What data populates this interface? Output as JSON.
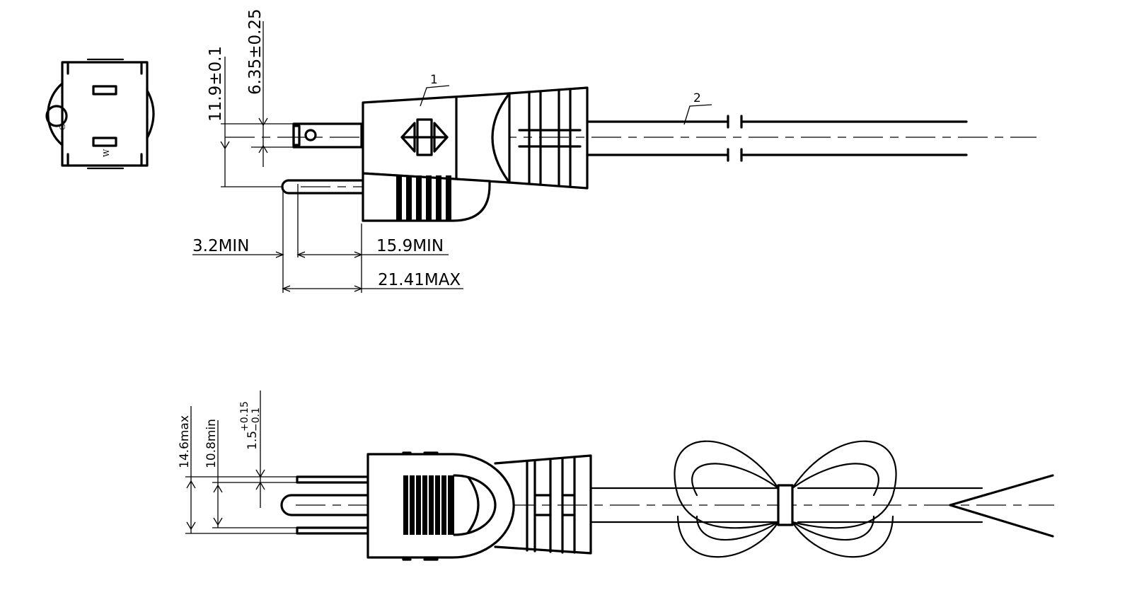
{
  "dimensions": {
    "top": {
      "pin_width": "11.9±0.1",
      "blade_spacing": "6.35±0.25",
      "ground_offset": "3.2MIN",
      "blade_length": "15.9MIN",
      "ground_length": "21.41MAX"
    },
    "bottom": {
      "overall_height": "14.6max",
      "blade_height": "10.8min",
      "thickness_base": "1.5",
      "thickness_plus": "+0.15",
      "thickness_minus": "−0.1"
    }
  },
  "face_labels": {
    "ground": "G",
    "neutral": "W"
  },
  "callouts": {
    "plug": "1",
    "cable": "2"
  }
}
